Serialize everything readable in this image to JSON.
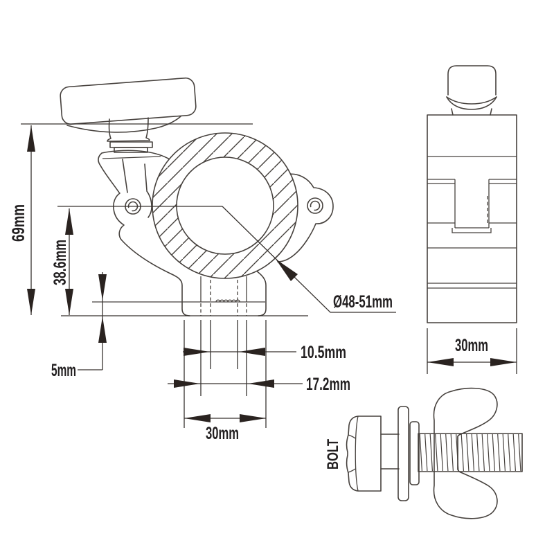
{
  "drawing": {
    "front": {
      "dim_total_height": "69mm",
      "dim_center_height": "38.6mm",
      "dim_base_lip": "5mm",
      "dim_tube_diameter": "Ø48-51mm",
      "dim_hole_width": "10.5mm",
      "dim_slot_width": "17.2mm",
      "dim_base_width": "30mm"
    },
    "side": {
      "dim_body_width": "30mm"
    },
    "bolt": {
      "label": "BOLT"
    },
    "colors": {
      "line": "#46413d",
      "dimension_line": "#37322f",
      "text": "#232021",
      "arrow": "#2a2320",
      "background": "#ffffff"
    }
  }
}
